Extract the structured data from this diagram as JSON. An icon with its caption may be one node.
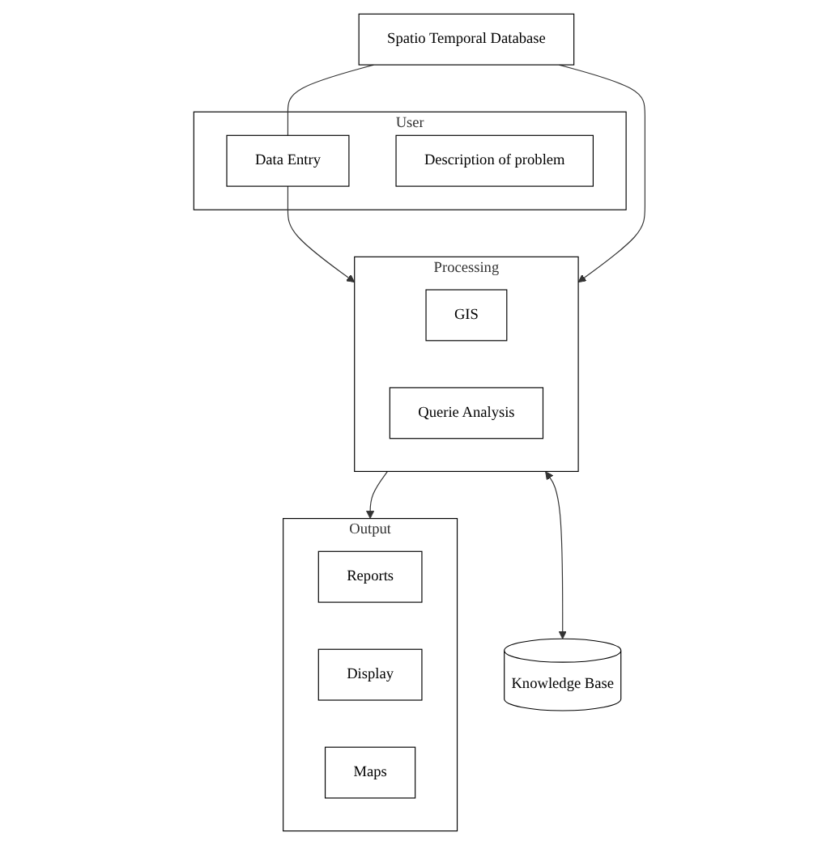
{
  "diagram": {
    "nodes": [
      {
        "text": [
          "Spatio Temporal Database"
        ]
      },
      {
        "text": [
          "User"
        ]
      },
      {
        "text": [
          "Data Entry"
        ],
        "in": 1
      },
      {
        "text": [
          "Description of problem"
        ],
        "in": 1
      },
      {
        "text": [
          "Processing"
        ]
      },
      {
        "text": [
          "GIS"
        ],
        "in": 4
      },
      {
        "text": [
          "Querie Analysis"
        ],
        "in": 4
      },
      {
        "text": [
          "Output"
        ]
      },
      {
        "text": [
          "Reports"
        ],
        "in": 7
      },
      {
        "text": [
          "Display"
        ],
        "in": 7
      },
      {
        "text": [
          "Maps"
        ],
        "in": 7
      },
      {
        "text": [
          "Knowledge Base"
        ]
      }
    ],
    "edges": [
      {
        "from": 0,
        "to": 2,
        "arrow": "none"
      },
      {
        "from": 2,
        "to": 4,
        "arrow": "to"
      },
      {
        "from": 0,
        "to": 4,
        "arrow": "to"
      },
      {
        "from": 4,
        "to": 7,
        "arrow": "to"
      },
      {
        "from": 4,
        "to": 11,
        "arrow": "both"
      }
    ]
  }
}
